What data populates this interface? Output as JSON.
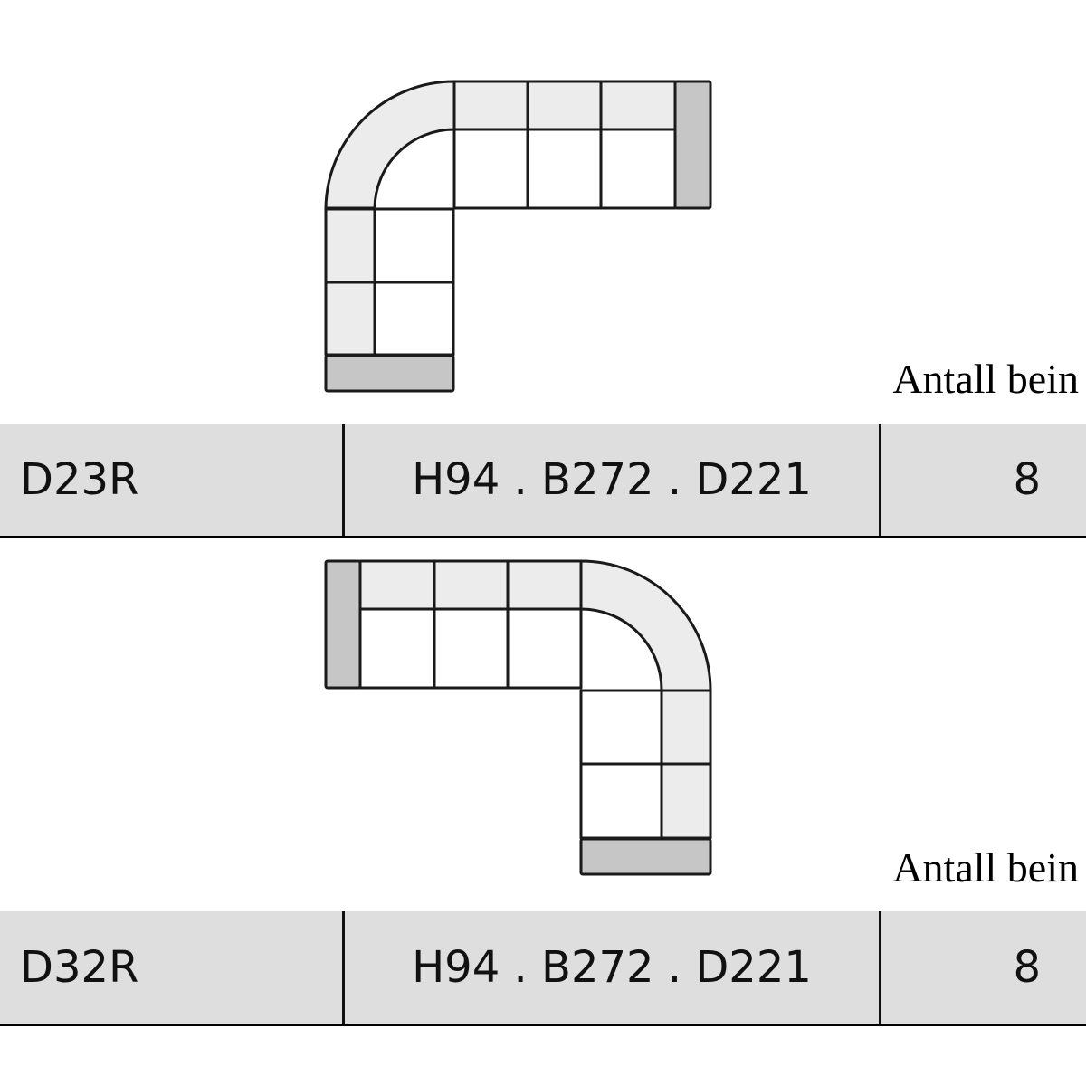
{
  "rows": [
    {
      "label": "Antall bein",
      "model": "D23R",
      "dimensions": "H94 . B272 . D221",
      "legs": "8"
    },
    {
      "label": "Antall bein",
      "model": "D32R",
      "dimensions": "H94 . B272 . D221",
      "legs": "8"
    }
  ],
  "colors": {
    "back": "#ececec",
    "arm": "#c6c6c6",
    "seat": "#ffffff",
    "row_bg": "#dedede"
  }
}
